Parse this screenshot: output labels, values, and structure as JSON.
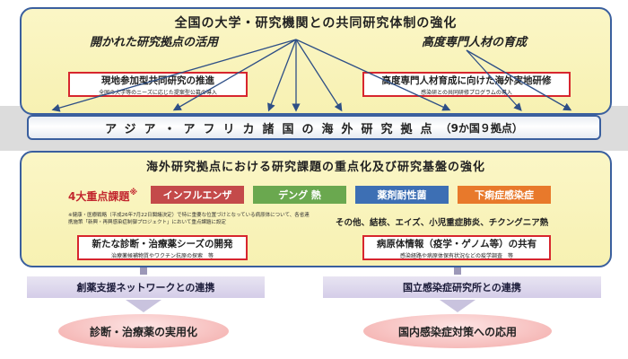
{
  "top": {
    "title": "全国の大学・研究機関との共同研究体制の強化",
    "left_heading": "開かれた研究拠点の活用",
    "right_heading": "高度専門人材の育成",
    "left_box": {
      "title": "現地参加型共同研究の推進",
      "subtitle": "全国の大学等のニーズに応じた提案型公募の導入"
    },
    "right_box": {
      "title": "高度専門人材育成に向けた海外実地研修",
      "subtitle": "感染研との共同研修プログラムの導入"
    }
  },
  "center_band": {
    "title": "アジア・アフリカ諸国の海外研究拠点",
    "suffix": "（9か国９拠点）"
  },
  "middle": {
    "title": "海外研究拠点における研究課題の重点化及び研究基盤の強化",
    "focus_label": "4大重点課題",
    "focus_mark": "※",
    "tags": [
      {
        "label": "インフルエンザ",
        "color": "#c44a4a"
      },
      {
        "label": "デング 熱",
        "color": "#6aa84f"
      },
      {
        "label": "薬剤耐性菌",
        "color": "#3d6fb4"
      },
      {
        "label": "下痢症感染症",
        "color": "#e8792b"
      }
    ],
    "note": "※健康・医療戦略（平成26年7月22日閣議決定）で特に重要な位置づけとなっている病原体について、各省連携施策「新興・再興感染症制御プロジェクト」において重点課題に設定",
    "others": "その他、結核、エイズ、小児重症肺炎、チクングニア熱",
    "left_box": {
      "title": "新たな診断・治療薬シーズの開発",
      "subtitle": "治療薬候補物質やワクチン抗原の探索　等"
    },
    "right_box": {
      "title": "病原体情報（疫学・ゲノム等）の共有",
      "subtitle": "感染経路や病原体保有状況などの疫学調査　等"
    }
  },
  "bottom": {
    "left_link": "創薬支援ネットワークとの連携",
    "right_link": "国立感染症研究所との連携",
    "left_outcome": "診断・治療薬の実用化",
    "right_outcome": "国内感染症対策への応用"
  },
  "colors": {
    "panel_border": "#3a5f9e",
    "red_box_border": "#d7262e",
    "arrow": "#2e4f86"
  }
}
